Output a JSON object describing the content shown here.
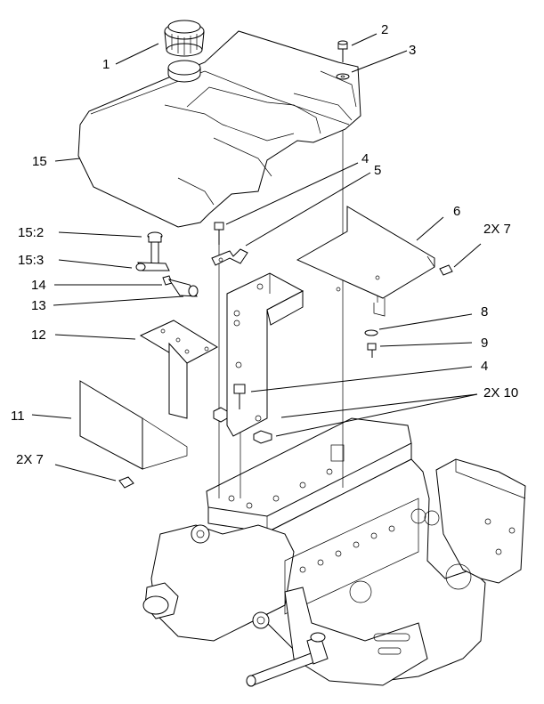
{
  "callouts": {
    "c1": "1",
    "c2": "2",
    "c3": "3",
    "c4a": "4",
    "c5": "5",
    "c6": "6",
    "c7a": "2X 7",
    "c8": "8",
    "c9": "9",
    "c4b": "4",
    "c10": "2X 10",
    "c11": "11",
    "c7b": "2X 7",
    "c12": "12",
    "c13": "13",
    "c14": "14",
    "c15_3": "15:3",
    "c15_2": "15:2",
    "c15": "15"
  }
}
